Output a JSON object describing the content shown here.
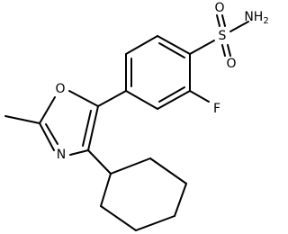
{
  "atoms": {
    "sulfur": "S",
    "oxygen_top": "O",
    "oxygen_bottom": "O",
    "amine": "NH2",
    "fluorine": "F",
    "oxazole_oxygen": "O",
    "oxazole_nitrogen": "N"
  }
}
